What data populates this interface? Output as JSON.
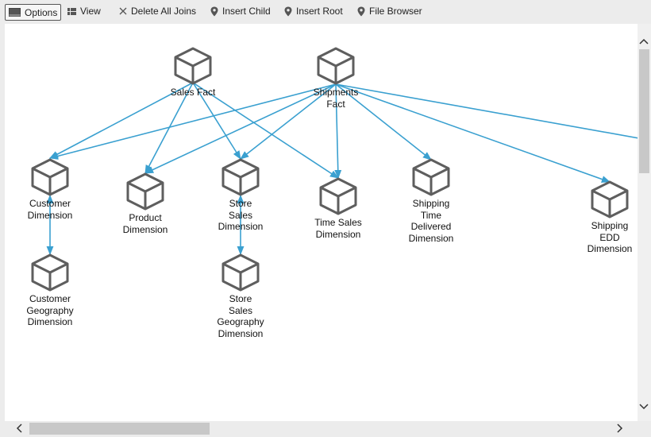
{
  "toolbar": {
    "options": "Options",
    "view": "View",
    "delete_all_joins": "Delete All Joins",
    "insert_child": "Insert Child",
    "insert_root": "Insert Root",
    "file_browser": "File Browser"
  },
  "nodes": {
    "sales_fact": "Sales Fact",
    "shipments_fact": "Shipments\nFact",
    "customer_dimension": "Customer\nDimension",
    "product_dimension": "Product\nDimension",
    "store_sales_dimension": "Store\nSales\nDimension",
    "time_sales_dimension": "Time Sales\nDimension",
    "shipping_time_delivered_dimension": "Shipping\nTime\nDelivered\nDimension",
    "shipping_edd_dimension": "Shipping\nEDD\nDimension",
    "customer_geography_dimension": "Customer\nGeography\nDimension",
    "store_sales_geography_dimension": "Store\nSales\nGeography\nDimension"
  },
  "colors": {
    "join_line": "#3aa0d0",
    "cube_stroke": "#5e5e5e"
  },
  "icons": [
    "options-icon",
    "view-icon",
    "close-icon",
    "pin-icon"
  ]
}
